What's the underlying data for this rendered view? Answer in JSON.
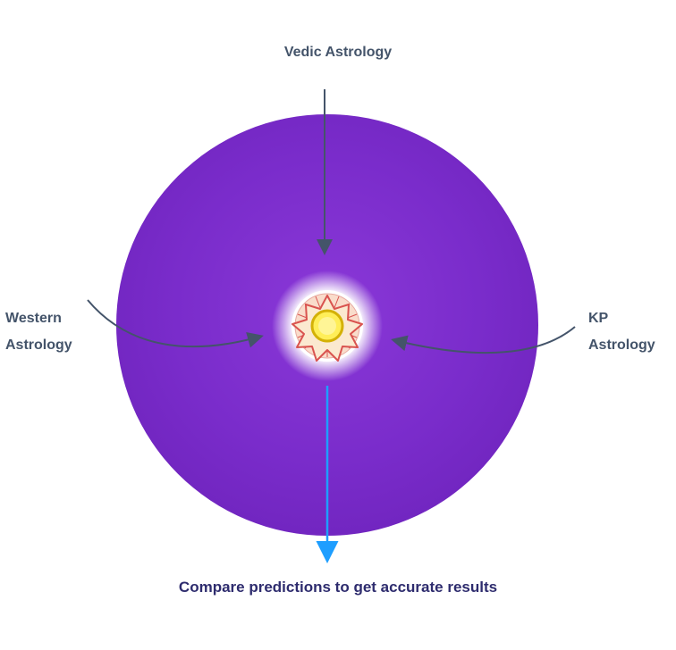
{
  "diagram": {
    "top_label": "Vedic Astrology",
    "left_label": "Western\nAstrology",
    "right_label": "KP\nAstrology",
    "bottom_caption": "Compare predictions to get accurate results"
  },
  "colors": {
    "circle_purple": "#7A2CCB",
    "circle_purple_light": "#8A38D8",
    "circle_purple_dark": "#6F24BD",
    "arrow_dark": "#44546A",
    "arrow_blue": "#1E9EFF",
    "label_text": "#44546A",
    "caption_text": "#2E2C6E",
    "sun_core": "#FFEE58",
    "sun_core_ring": "#D4B106",
    "sun_ray_stroke": "#D9534F",
    "sun_ray_fill": "#FBE9D0",
    "sun_halo": "#FFFFFF"
  },
  "icons": {
    "sun": "sun-icon",
    "arrow_vedic": "arrow-down-icon",
    "arrow_western": "curved-arrow-right-icon",
    "arrow_kp": "curved-arrow-left-icon",
    "arrow_result": "blue-arrow-down-icon"
  }
}
